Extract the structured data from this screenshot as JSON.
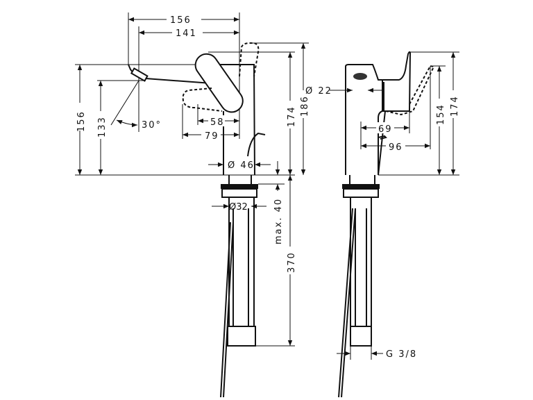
{
  "drawing": {
    "front_view": {
      "spout_width": "156",
      "spout_reach": "141",
      "spout_height": "156",
      "outlet_height": "133",
      "angle": "30°",
      "lever_58": "58",
      "lever_79": "79",
      "body_diameter": "Ø 46",
      "height_174": "174",
      "height_186": "186",
      "thread_diameter": "Ø32",
      "max_thickness": "max. 40",
      "hose_length": "370"
    },
    "side_view": {
      "aerator_diameter": "Ø 22",
      "depth_69": "69",
      "depth_96": "96",
      "height_154": "154",
      "height_174": "174",
      "connection": "G 3/8"
    }
  }
}
